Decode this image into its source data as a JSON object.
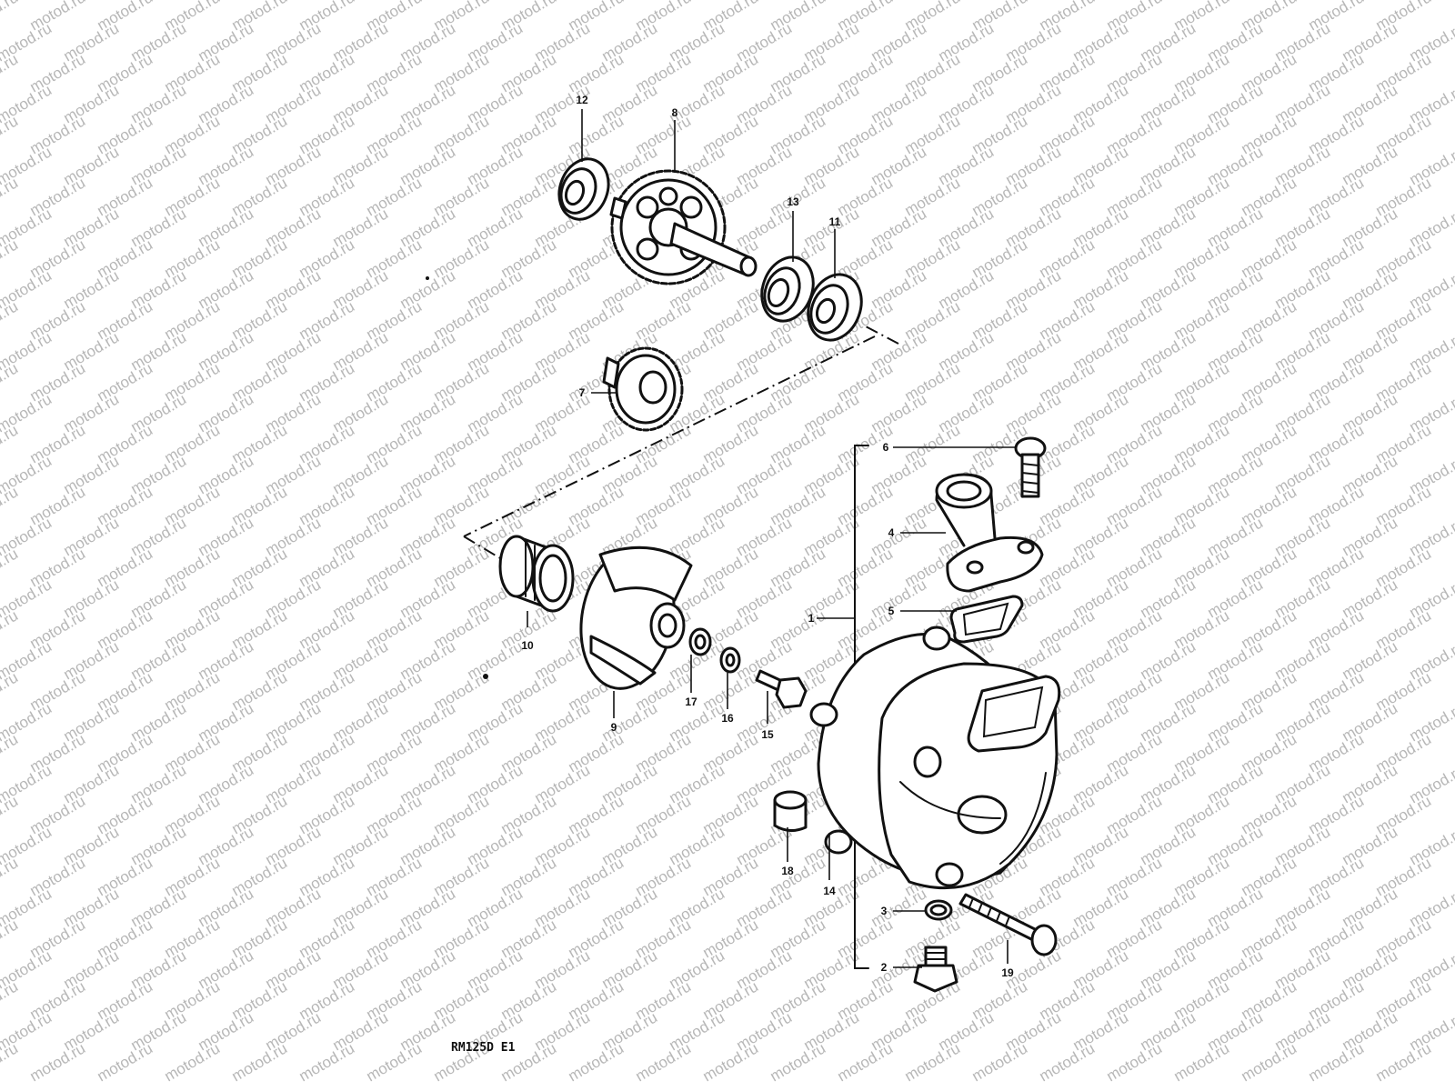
{
  "watermark": {
    "text": "motod.ru",
    "color": "#b7b7b7"
  },
  "diagram_code": "RM125D E1",
  "callouts": {
    "c1": "1",
    "c2": "2",
    "c3": "3",
    "c4": "4",
    "c5": "5",
    "c6": "6",
    "c7": "7",
    "c8": "8",
    "c9": "9",
    "c10": "10",
    "c11": "11",
    "c12": "12",
    "c13": "13",
    "c14": "14",
    "c15": "15",
    "c16": "16",
    "c17": "17",
    "c18": "18",
    "c19": "19"
  },
  "line_color": "#111111"
}
